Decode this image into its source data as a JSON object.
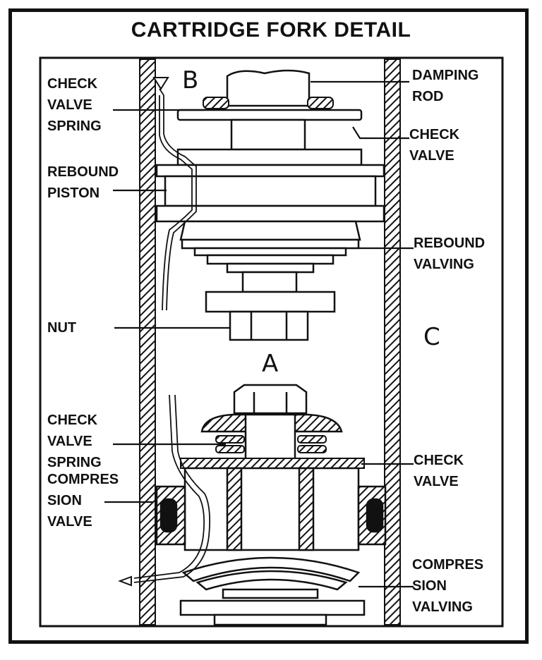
{
  "title": "CARTRIDGE FORK DETAIL",
  "labels": {
    "check_valve_spring_top": [
      "CHECK",
      "VALVE",
      "SPRING"
    ],
    "rebound_piston": [
      "REBOUND",
      "PISTON"
    ],
    "nut": [
      "NUT"
    ],
    "check_valve_spring_bottom": [
      "CHECK",
      "VALVE",
      "SPRING"
    ],
    "compression_valve": [
      "COMPRES",
      "SION",
      "VALVE"
    ],
    "damping_rod": [
      "DAMPING",
      "ROD"
    ],
    "check_valve_top": [
      "CHECK",
      "VALVE"
    ],
    "rebound_valving": [
      "REBOUND",
      "VALVING"
    ],
    "check_valve_bottom": [
      "CHECK",
      "VALVE"
    ],
    "compression_valving": [
      "COMPRES",
      "SION",
      "VALVING"
    ]
  },
  "letters": {
    "a": "A",
    "b": "B",
    "c": "C"
  },
  "colors": {
    "ink": "#111111",
    "paper": "#ffffff"
  }
}
